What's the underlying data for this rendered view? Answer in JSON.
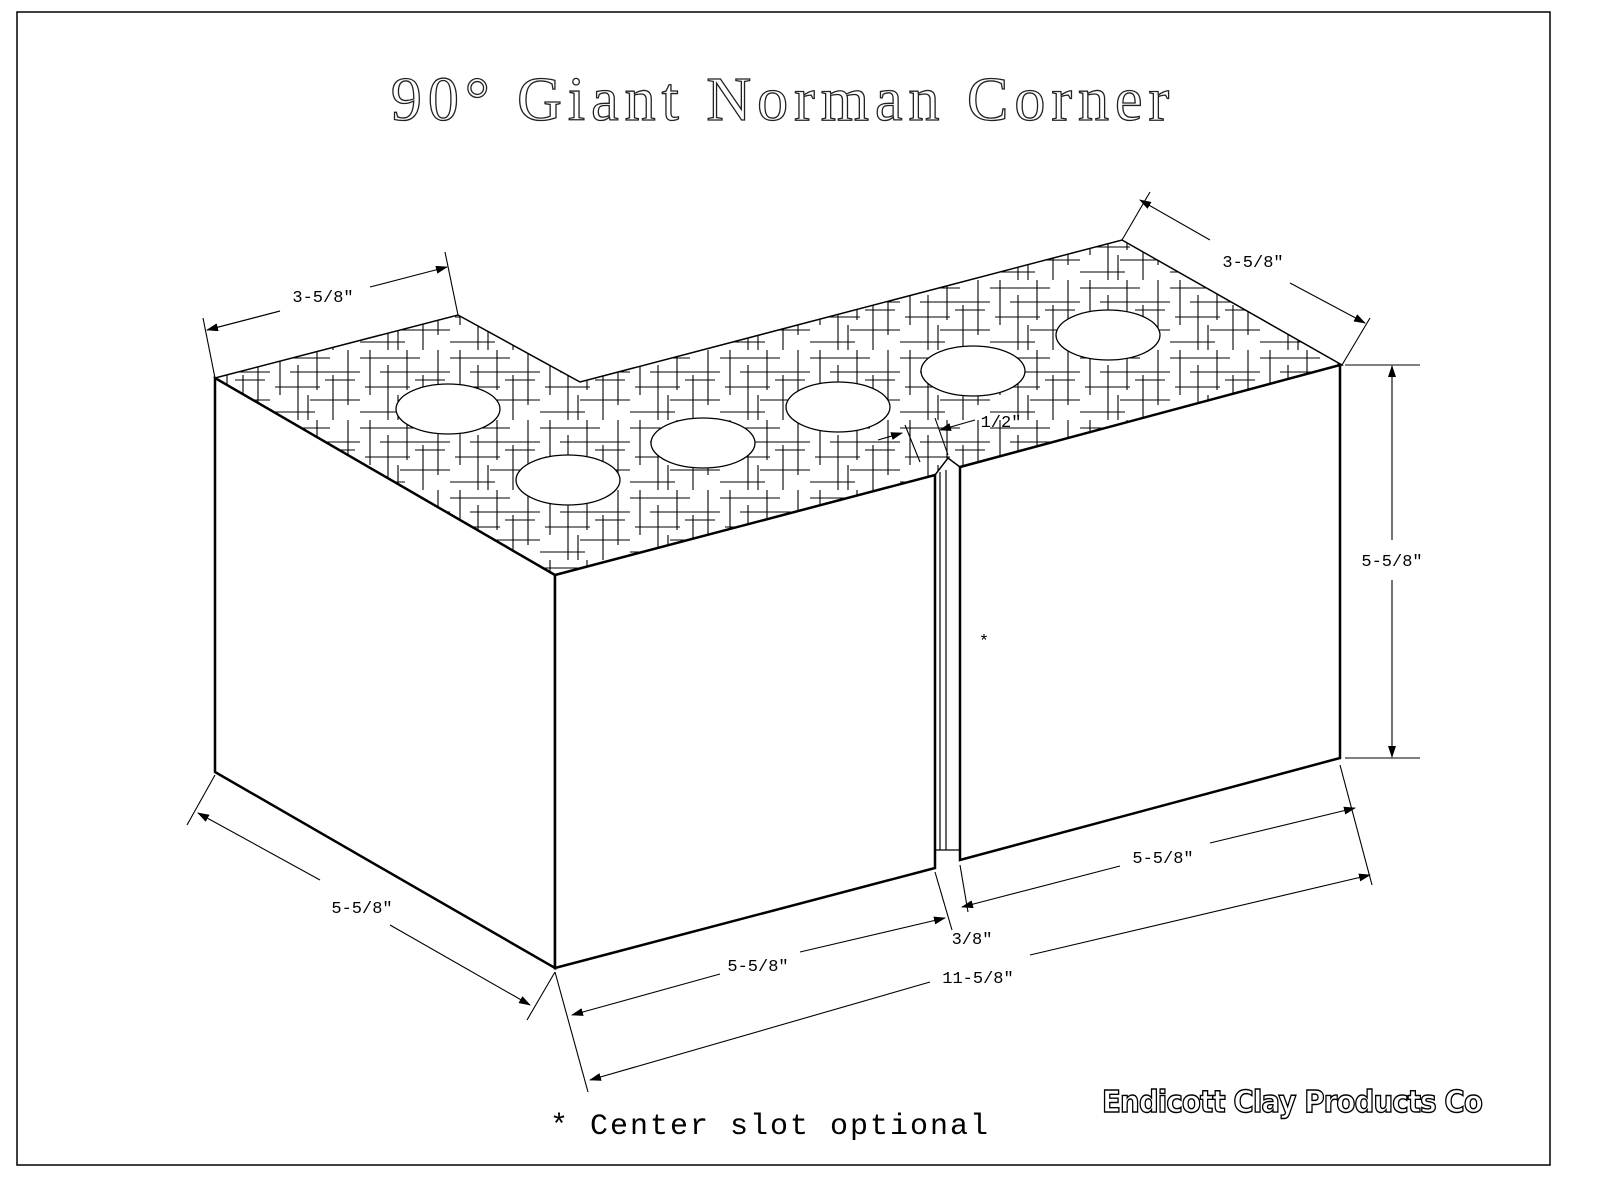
{
  "title": "90° Giant Norman Corner",
  "dimensions": {
    "top_left_depth": "3-5/8\"",
    "top_right_depth": "3-5/8\"",
    "slot_width_top": "1/2\"",
    "height": "5-5/8\"",
    "right_length": "5-5/8\"",
    "total_length": "11-5/8\"",
    "slot_gap": "3/8\"",
    "front_left_length": "5-5/8\"",
    "return_length": "5-5/8\""
  },
  "slot_marker": "*",
  "footnote": "* Center slot optional",
  "logo": "Endicott Clay Products Co"
}
